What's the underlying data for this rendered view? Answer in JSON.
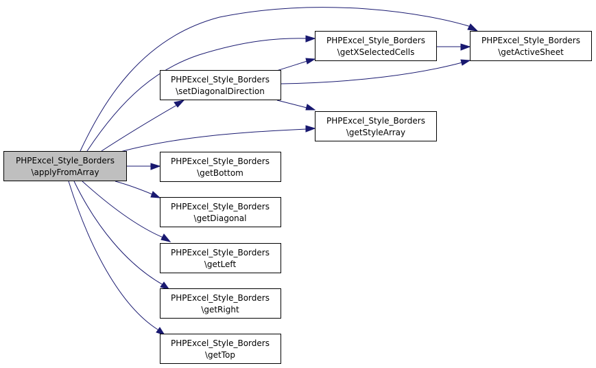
{
  "diagram": {
    "colors": {
      "edge": "#191970",
      "focus_fill": "#bfbfbf",
      "node_fill": "#ffffff",
      "border": "#000000"
    },
    "nodes": {
      "applyFromArray": {
        "line1": "PHPExcel_Style_Borders",
        "line2": "\\applyFromArray",
        "focus": true
      },
      "setDiagonalDirection": {
        "line1": "PHPExcel_Style_Borders",
        "line2": "\\setDiagonalDirection"
      },
      "getXSelectedCells": {
        "line1": "PHPExcel_Style_Borders",
        "line2": "\\getXSelectedCells"
      },
      "getActiveSheet": {
        "line1": "PHPExcel_Style_Borders",
        "line2": "\\getActiveSheet"
      },
      "getStyleArray": {
        "line1": "PHPExcel_Style_Borders",
        "line2": "\\getStyleArray"
      },
      "getBottom": {
        "line1": "PHPExcel_Style_Borders",
        "line2": "\\getBottom"
      },
      "getDiagonal": {
        "line1": "PHPExcel_Style_Borders",
        "line2": "\\getDiagonal"
      },
      "getLeft": {
        "line1": "PHPExcel_Style_Borders",
        "line2": "\\getLeft"
      },
      "getRight": {
        "line1": "PHPExcel_Style_Borders",
        "line2": "\\getRight"
      },
      "getTop": {
        "line1": "PHPExcel_Style_Borders",
        "line2": "\\getTop"
      }
    },
    "edges": [
      {
        "from": "applyFromArray",
        "to": "getActiveSheet"
      },
      {
        "from": "applyFromArray",
        "to": "getXSelectedCells"
      },
      {
        "from": "applyFromArray",
        "to": "setDiagonalDirection"
      },
      {
        "from": "applyFromArray",
        "to": "getStyleArray"
      },
      {
        "from": "applyFromArray",
        "to": "getBottom"
      },
      {
        "from": "applyFromArray",
        "to": "getDiagonal"
      },
      {
        "from": "applyFromArray",
        "to": "getLeft"
      },
      {
        "from": "applyFromArray",
        "to": "getRight"
      },
      {
        "from": "applyFromArray",
        "to": "getTop"
      },
      {
        "from": "setDiagonalDirection",
        "to": "getXSelectedCells"
      },
      {
        "from": "setDiagonalDirection",
        "to": "getActiveSheet"
      },
      {
        "from": "setDiagonalDirection",
        "to": "getStyleArray"
      },
      {
        "from": "getXSelectedCells",
        "to": "getActiveSheet"
      }
    ]
  }
}
